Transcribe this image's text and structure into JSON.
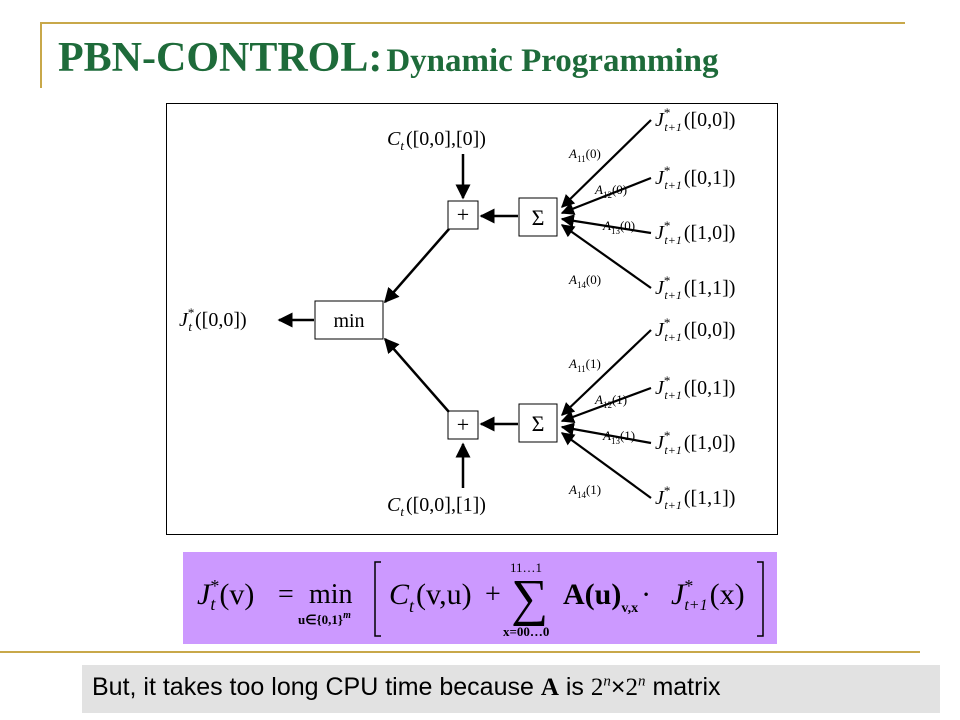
{
  "slide": {
    "title_main": "PBN-CONTROL:",
    "title_sub": "Dynamic Programming"
  },
  "diagram": {
    "cost_top": "C",
    "cost_top_sub": "t",
    "cost_top_args": "([0,0],[0])",
    "cost_bottom": "C",
    "cost_bottom_sub": "t",
    "cost_bottom_args": "([0,0],[1])",
    "plus_symbol": "+",
    "sum_symbol": "Σ",
    "min_label": "min",
    "output_label": "J",
    "output_sup": "*",
    "output_sub": "t",
    "output_args": "([0,0])",
    "next_label": "J",
    "next_sup": "*",
    "next_sub": "t+1",
    "states": [
      "([0,0])",
      "([0,1])",
      "([1,0])",
      "([1,1])",
      "([0,0])",
      "([0,1])",
      "([1,0])",
      "([1,1])"
    ],
    "edge_letter": "A",
    "edge_subs": [
      "11",
      "12",
      "13",
      "14",
      "11",
      "12",
      "13",
      "14"
    ],
    "edge_args": [
      "(0)",
      "(0)",
      "(0)",
      "(0)",
      "(1)",
      "(1)",
      "(1)",
      "(1)"
    ]
  },
  "formula": {
    "lhs_J": "J",
    "lhs_sup": "*",
    "lhs_sub": "t",
    "lhs_arg": "(v)",
    "equals": "=",
    "min": "min",
    "min_sub": "u∈{0,1}",
    "min_sub_exp": "m",
    "cost": "C",
    "cost_sub": "t",
    "cost_arg": "(v,u)",
    "plus": "+",
    "sum_top": "11…1",
    "sum_symbol": "∑",
    "sum_bottom": "x=00…0",
    "A_term": "A(u)",
    "A_sub": "v,x",
    "dot": "·",
    "rhs_J": "J",
    "rhs_sup": "*",
    "rhs_sub": "t+1",
    "rhs_arg": "(x)"
  },
  "note": {
    "prefix": "But, it takes too long CPU time because",
    "bold_A": "A",
    "is": "is",
    "base1": "2",
    "exp1": "n",
    "times": "×",
    "base2": "2",
    "exp2": "n",
    "suffix": "matrix"
  }
}
